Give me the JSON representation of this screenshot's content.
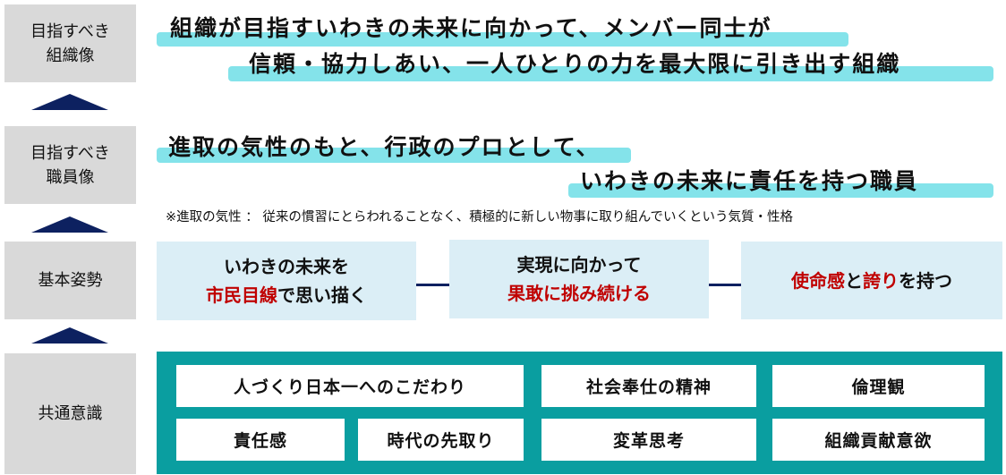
{
  "labels": {
    "org": "目指すべき\n組織像",
    "staff": "目指すべき\n職員像",
    "attitude": "基本姿勢",
    "common": "共通意識"
  },
  "org_vision": {
    "line1": "組織が目指すいわきの未来に向かって、メンバー同士が",
    "line2": "信頼・協力しあい、一人ひとりの力を最大限に引き出す組織"
  },
  "staff_vision": {
    "line1": "進取の気性のもと、行政のプロとして、",
    "line2": "いわきの未来に責任を持つ職員",
    "note": "※進取の気性 ： 従来の慣習にとらわれることなく、積極的に新しい物事に取り組んでいくという気質・性格"
  },
  "attitudes": [
    {
      "a": "いわきの未来を",
      "b_red": "市民目線",
      "b": "で思い描く"
    },
    {
      "a": "実現に向かって",
      "b_red": "果敢に挑み続ける"
    },
    {
      "r1": "使命感",
      "t1": "と",
      "r2": "誇り",
      "t2": "を持つ"
    }
  ],
  "common": [
    "人づくり日本一へのこだわり",
    "社会奉仕の精神",
    "倫理観",
    "責任感",
    "時代の先取り",
    "変革思考",
    "組織貢献意欲"
  ],
  "colors": {
    "gray": "#d9d9d9",
    "highlight": "#84e3ea",
    "navy": "#0d2160",
    "teal": "#0a9ea0",
    "light": "#dbeef6",
    "red": "#c00000"
  }
}
